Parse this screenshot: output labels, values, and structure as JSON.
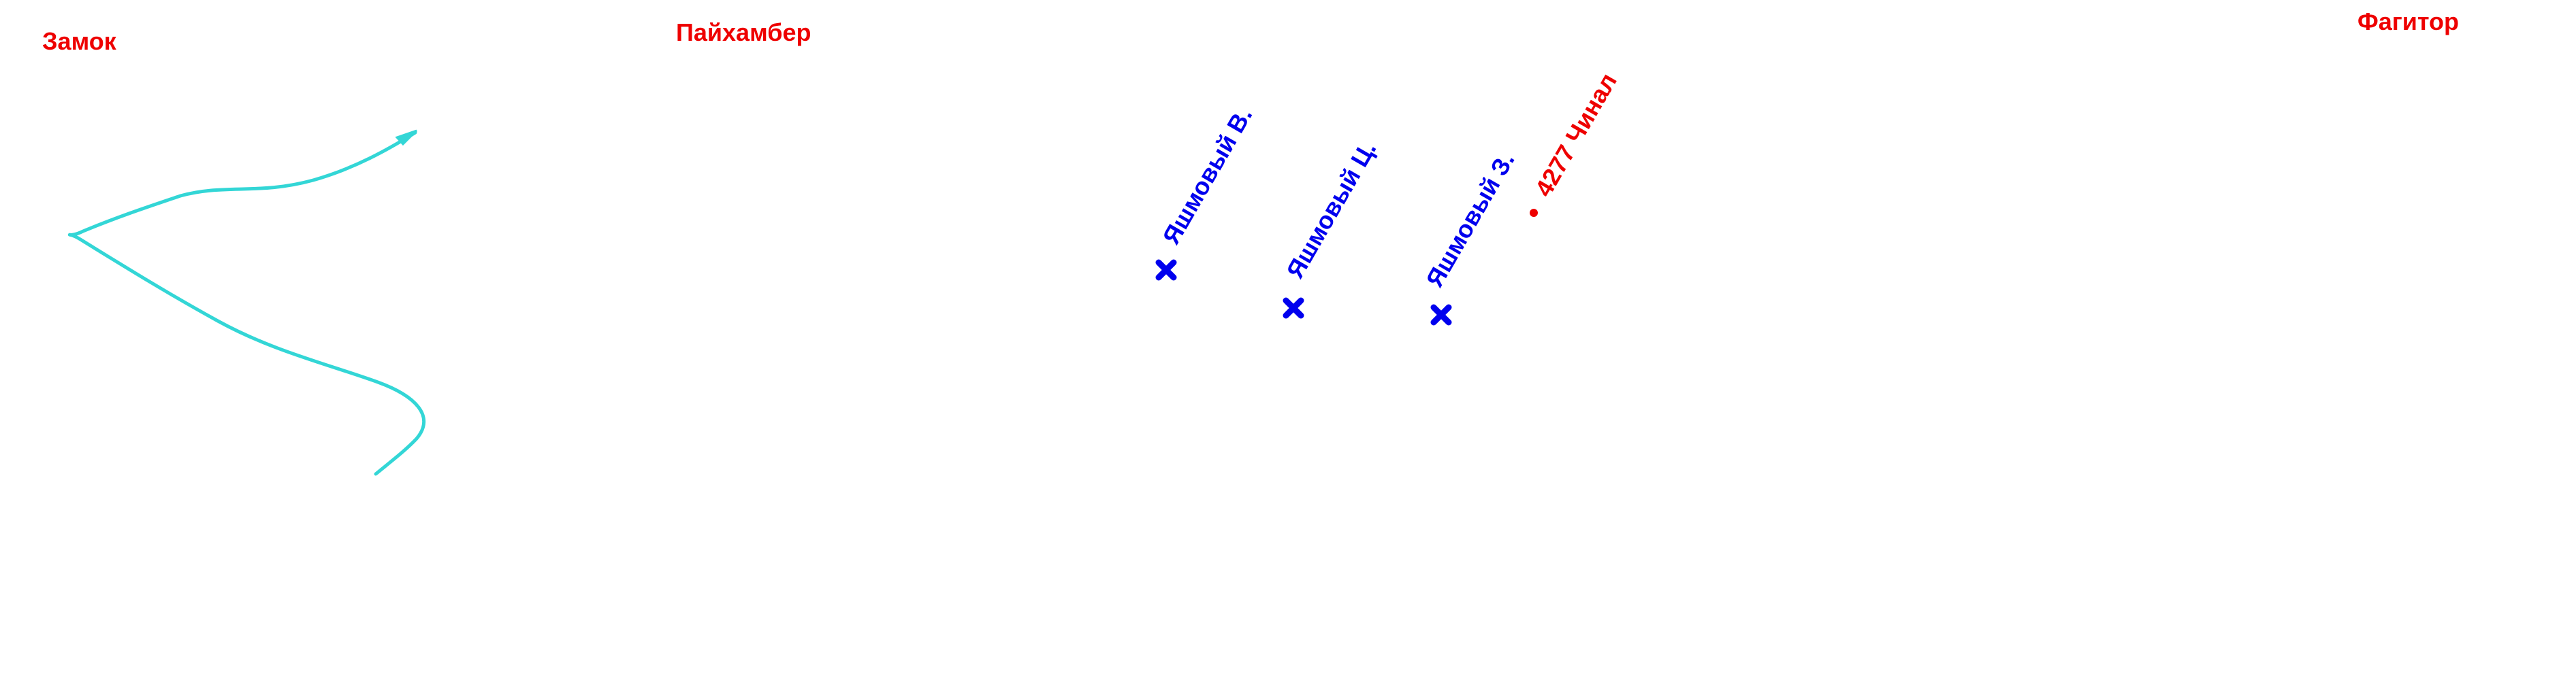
{
  "colors": {
    "background": "#ffffff",
    "region_label": "#ee0000",
    "peak_marker": "#0000ee",
    "point_marker": "#ee0000",
    "route": "#33d6d6"
  },
  "regions": [
    {
      "id": "zamok",
      "label": "Замок"
    },
    {
      "id": "payhamber",
      "label": "Пайхамбер"
    },
    {
      "id": "fagitor",
      "label": "Фагитор"
    }
  ],
  "peaks": [
    {
      "id": "v",
      "label": "Яшмовый В.",
      "icon": "cross-marker-icon"
    },
    {
      "id": "ts",
      "label": "Яшмовый Ц.",
      "icon": "cross-marker-icon"
    },
    {
      "id": "z",
      "label": "Яшмовый З.",
      "icon": "cross-marker-icon"
    }
  ],
  "elevation_points": [
    {
      "id": "chinal",
      "label": "4277 Чинал",
      "icon": "dot-marker-icon"
    }
  ],
  "route": {
    "icon": "route-arrow-icon"
  }
}
